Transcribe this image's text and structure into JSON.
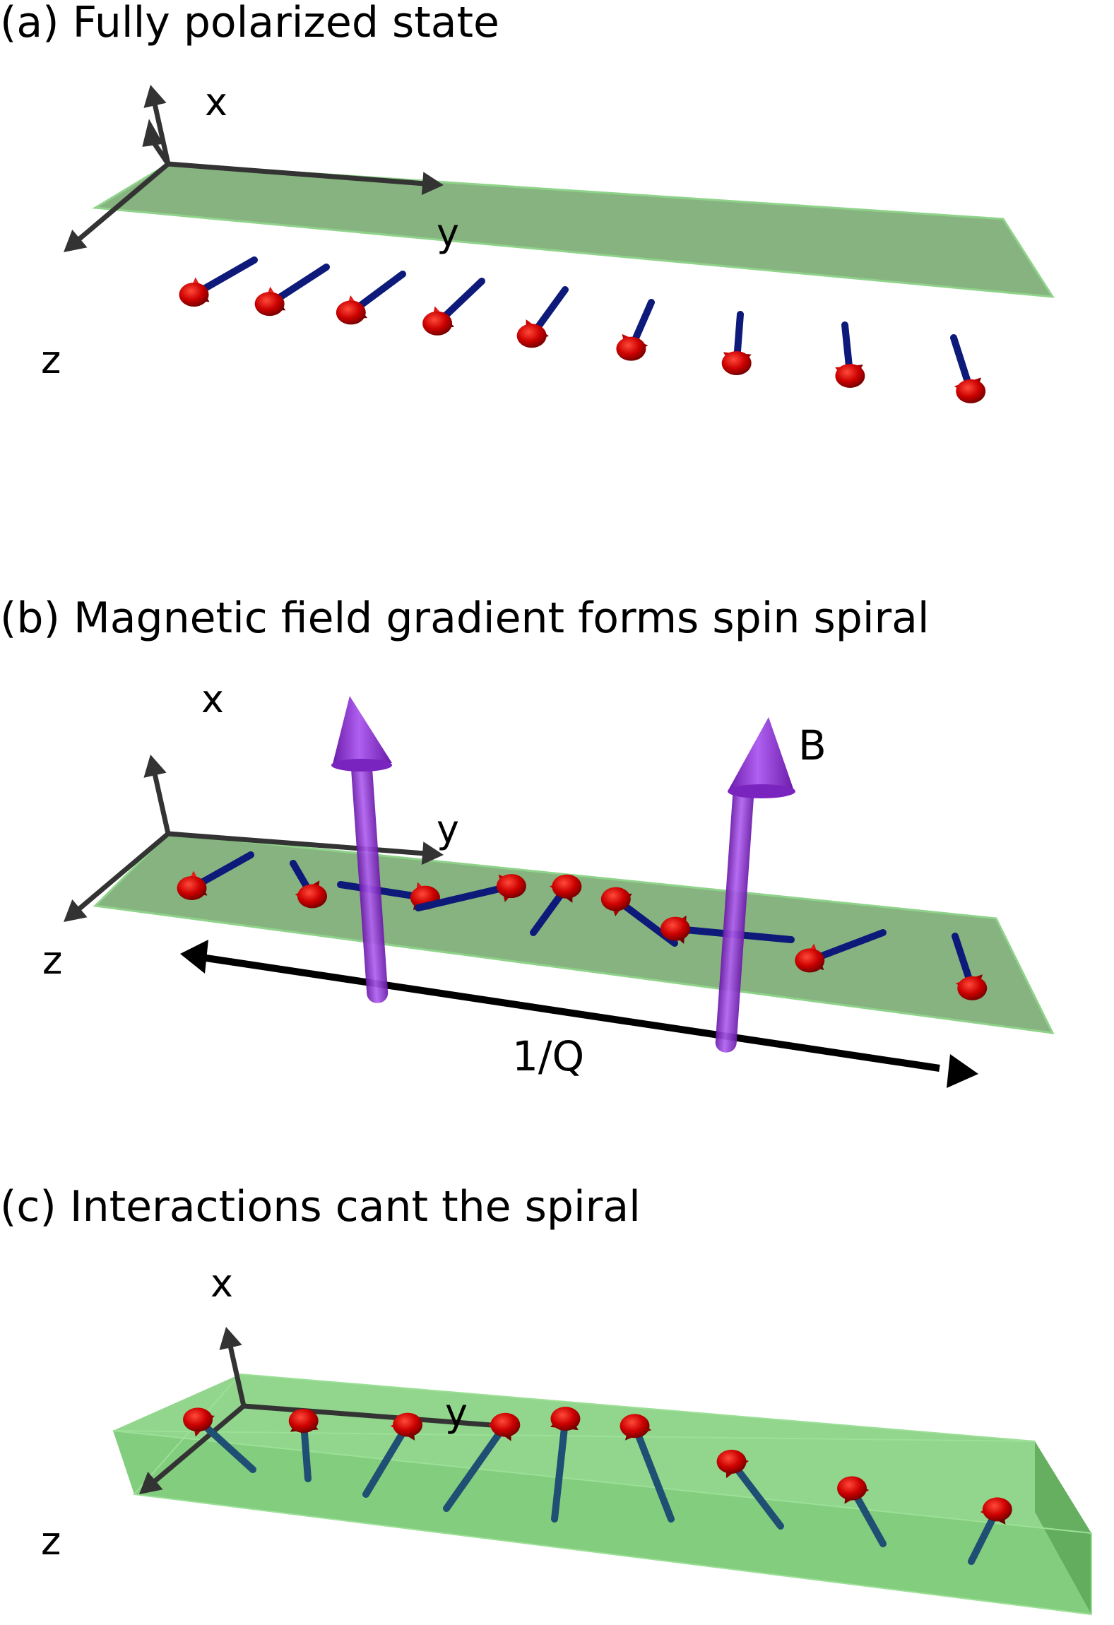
{
  "panels": {
    "a": {
      "caption": "(a) Fully polarized state",
      "axes": {
        "x": "x",
        "y": "y",
        "z": "z"
      }
    },
    "b": {
      "caption": "(b) Magnetic field gradient forms spin spiral",
      "axes": {
        "x": "x",
        "y": "y",
        "z": "z"
      },
      "field_label": "B",
      "period_label": "1/Q"
    },
    "c": {
      "caption": "(c) Interactions cant the spiral",
      "axes": {
        "x": "x",
        "y": "y",
        "z": "z"
      }
    }
  },
  "colors": {
    "slab": "#7aab72",
    "slab_c": "#7fcf79",
    "spin_rod": "#0d1a7a",
    "spin_rod_c": "#1f4f73",
    "spin_head": "#cc0000",
    "field_arrow": "#8a2fd0",
    "axis": "#333333"
  }
}
